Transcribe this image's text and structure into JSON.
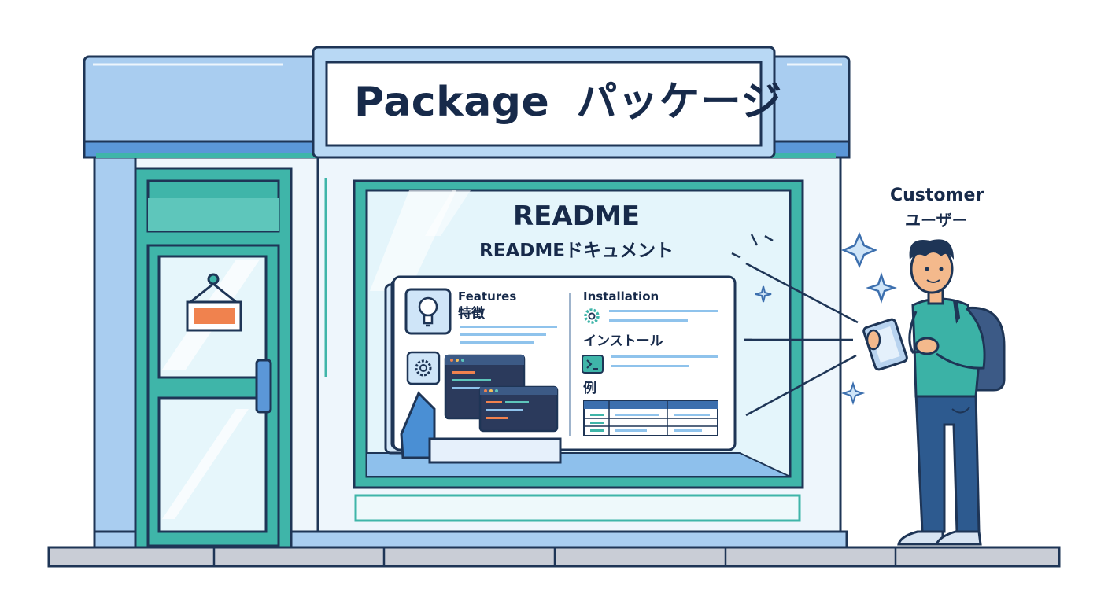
{
  "sign": {
    "en": "Package",
    "ja": "パッケージ"
  },
  "readme": {
    "title": "README",
    "subtitle": "READMEドキュメント"
  },
  "sections": {
    "features": {
      "en": "Features",
      "ja": "特徴"
    },
    "installation": {
      "en": "Installation",
      "ja": "インストール"
    },
    "examples": {
      "ja": "例"
    }
  },
  "customer": {
    "en": "Customer",
    "ja": "ユーザー"
  },
  "colors": {
    "outline": "#1e3556",
    "roof_blue": "#a9cdf0",
    "teal": "#3fb5a9",
    "glass": "#e6f6fb",
    "orange": "#f0824e",
    "shirt": "#3bb2a6",
    "pants": "#2d5a8f"
  },
  "icons": [
    "lightbulb-icon",
    "gear-icon",
    "terminal-icon",
    "sparkle-icon",
    "tablet-icon",
    "backpack-icon"
  ]
}
